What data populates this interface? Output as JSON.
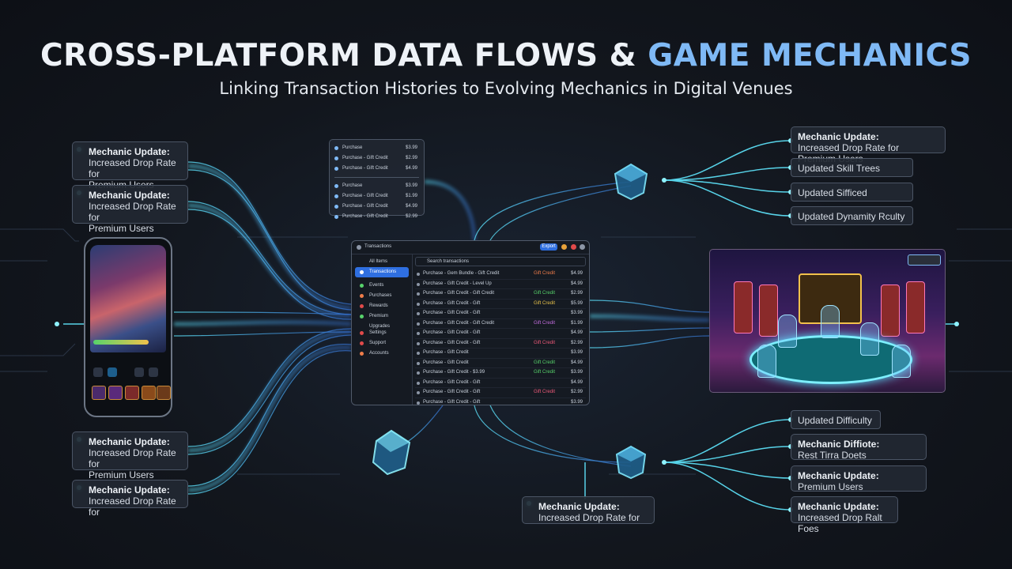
{
  "title": {
    "part1": "CROSS-PLATFORM DATA FLOWS &",
    "part2": "GAME MECHANICS"
  },
  "subtitle": "Linking Transaction Histories to Evolving Mechanics in Digital Venues",
  "colors": {
    "accent": "#7fb9f5",
    "flow_cyan": "#5fe8ff",
    "flow_blue": "#3b82f6",
    "card_bg": "#222832"
  },
  "left_cards": [
    {
      "heading": "Mechanic Update:",
      "line1": "Increased Drop Rate for",
      "line2": "Premium Users"
    },
    {
      "heading": "Mechanic Update:",
      "line1": "Increased Drop Rate for",
      "line2": "Premium Users"
    },
    {
      "heading": "Mechanic Update:",
      "line1": "Increased Drop Rate for",
      "line2": "Premium Users"
    },
    {
      "heading": "Mechanic Update:",
      "line1": "Increased Drop Rate for",
      "line2": ""
    }
  ],
  "right_top": {
    "card": {
      "heading": "Mechanic Update:",
      "line1": "Increased Drop Rate for Premium Users"
    },
    "pills": [
      "Updated Skill Trees",
      "Updated Sifficed",
      "Updated Dynamity Rculty"
    ]
  },
  "right_bottom": {
    "pill": "Updated Difficulty",
    "cards": [
      {
        "heading": "Mechanic Diffiote:",
        "line1": "Rest Tirra Doets"
      },
      {
        "heading": "Mechanic Update:",
        "line1": "Premium Users"
      },
      {
        "heading": "Mechanic Update:",
        "line1": "Increased Drop Ralt Foes"
      }
    ]
  },
  "bottom_center_card": {
    "heading": "Mechanic Update:",
    "line1": "Increased Drop Rate for"
  },
  "receipt": {
    "group1": [
      {
        "label": "Purchase",
        "amount": "$3.99"
      },
      {
        "label": "Purchase - Gift Credit",
        "amount": "$2.99"
      },
      {
        "label": "Purchase - Gift Credit",
        "amount": "$4.99"
      }
    ],
    "group2": [
      {
        "label": "Purchase",
        "amount": "$3.99"
      },
      {
        "label": "Purchase - Gift Credit",
        "amount": "$1.99"
      },
      {
        "label": "Purchase - Gift Credit",
        "amount": "$4.99"
      },
      {
        "label": "Purchase - Gift Credit",
        "amount": "$2.99"
      }
    ]
  },
  "app": {
    "window_title": "Transactions",
    "filter_button": "Export",
    "search_placeholder": "Search transactions",
    "sidebar": [
      "All Items",
      "Transactions",
      "Events",
      "Purchases",
      "Rewards",
      "Premium Upgrades",
      "Settings",
      "Support",
      "Accounts"
    ],
    "rows": [
      {
        "label": "Purchase - Gem Bundle - Gift Credit",
        "status": "Gift Credit",
        "amount": "$4.99",
        "color": "#f07d4a"
      },
      {
        "label": "Purchase - Gift Credit - Level Up",
        "status": "",
        "amount": "$4.99",
        "color": "#c9d1dc"
      },
      {
        "label": "Purchase - Gift Credit - Gift Credit",
        "status": "Gift Credit",
        "amount": "$2.99",
        "color": "#57d36b"
      },
      {
        "label": "Purchase - Gift Credit - Gift",
        "status": "Gift Credit",
        "amount": "$5.99",
        "color": "#e8c24a"
      },
      {
        "label": "Purchase - Gift Credit - Gift",
        "status": "",
        "amount": "$3.99",
        "color": "#c9d1dc"
      },
      {
        "label": "Purchase - Gift Credit - Gift Credit",
        "status": "Gift Credit",
        "amount": "$1.99",
        "color": "#c56ee0"
      },
      {
        "label": "Purchase - Gift Credit - Gift",
        "status": "",
        "amount": "$4.99",
        "color": "#c9d1dc"
      },
      {
        "label": "Purchase - Gift Credit - Gift",
        "status": "Gift Credit",
        "amount": "$2.99",
        "color": "#f05a7a"
      },
      {
        "label": "Purchase - Gift Credit",
        "status": "",
        "amount": "$3.99",
        "color": "#c9d1dc"
      },
      {
        "label": "Purchase - Gift Credit",
        "status": "Gift Credit",
        "amount": "$4.99",
        "color": "#57d36b"
      },
      {
        "label": "Purchase - Gift Credit - $3.99",
        "status": "Gift Credit",
        "amount": "$3.99",
        "color": "#57d36b"
      },
      {
        "label": "Purchase - Gift Credit - Gift",
        "status": "",
        "amount": "$4.99",
        "color": "#c9d1dc"
      },
      {
        "label": "Purchase - Gift Credit - Gift",
        "status": "Gift Credit",
        "amount": "$2.99",
        "color": "#f05a7a"
      },
      {
        "label": "Purchase - Gift Credit - Gift",
        "status": "",
        "amount": "$3.99",
        "color": "#c9d1dc"
      }
    ]
  }
}
